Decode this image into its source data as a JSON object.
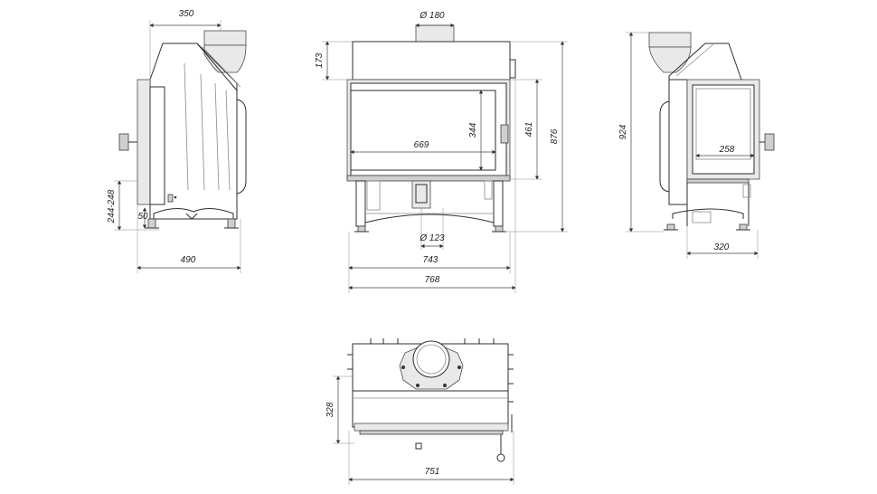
{
  "dimensions": {
    "side_top_width": "350",
    "side_total_depth": "490",
    "side_height": "244-248",
    "side_leg": "50",
    "front_flue_diameter": "Ø 180",
    "front_upper_height": "173",
    "front_glass_width": "669",
    "front_glass_height": "344",
    "front_door_height": "461",
    "front_total_height": "876",
    "front_bottom_flue_diameter": "Ø 123",
    "front_width_743": "743",
    "front_width_768": "768",
    "right_total_height": "924",
    "right_glass_width": "258",
    "right_depth": "320",
    "top_depth": "328",
    "top_width": "751"
  },
  "colors": {
    "line": "#2e2e2e",
    "fill_light": "#e9e9e9",
    "fill_mid": "#cfcfcf"
  }
}
